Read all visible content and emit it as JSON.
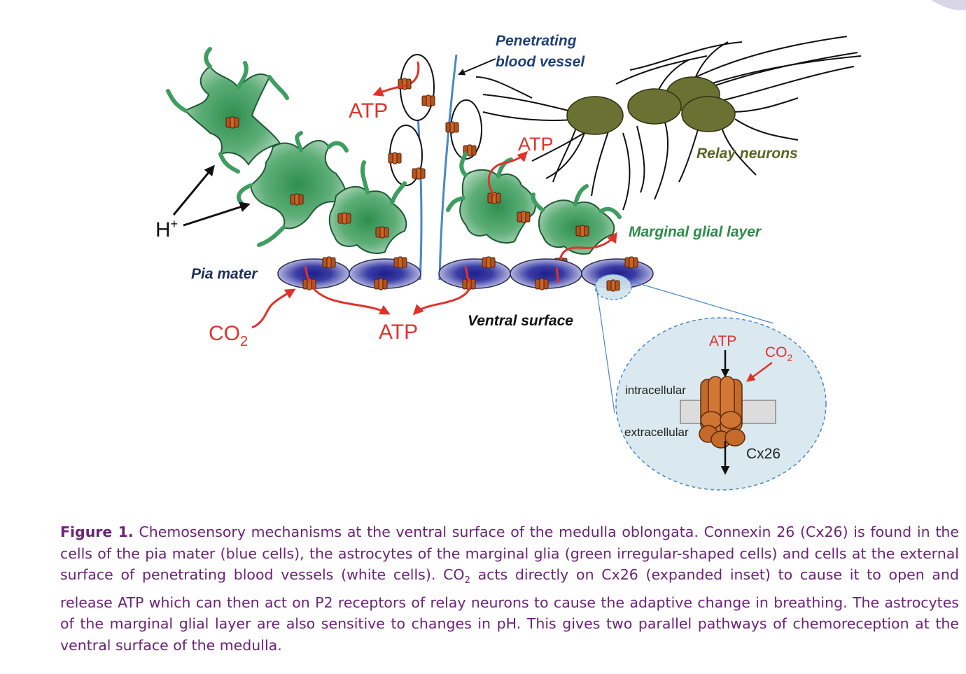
{
  "labels": {
    "penetrating_line1": "Penetrating",
    "penetrating_line2": "blood vessel",
    "relay_neurons": "Relay neurons",
    "marginal_glial_layer": "Marginal glial layer",
    "pia_mater": "Pia mater",
    "ventral_surface": "Ventral surface",
    "h_plus_base": "H",
    "h_plus_sup": "+",
    "co2_base": "CO",
    "co2_sub": "2",
    "atp_vessel": "ATP",
    "atp_neurons": "ATP",
    "atp_bottom": "ATP"
  },
  "inset": {
    "atp": "ATP",
    "co2_base": "CO",
    "co2_sub": "2",
    "intracellular": "intracellular",
    "extracellular": "extracellular",
    "cx26": "Cx26"
  },
  "caption": {
    "label": "Figure 1.",
    "text_part1": " Chemosensory mechanisms at the ventral surface of the medulla oblongata. Connexin 26 (Cx26) is found in the cells of the pia mater (blue cells), the astrocytes of the marginal glia (green irregular-shaped cells) and cells at the external surface of penetrating blood vessels (white cells). CO",
    "text_sub": "2",
    "text_part2": " acts directly on Cx26 (expanded inset) to cause it to open and release ATP which can then act on P2 receptors of relay neurons to cause the adaptive change in breathing. The astrocytes of the marginal glial layer are also sensitive to changes in pH. This gives two parallel pathways of chemoreception at the ventral surface of the medulla."
  },
  "colors": {
    "caption_text": "#6b2277",
    "astrocyte_fill": "#3d9e5f",
    "pia_cell_fill": "#2d2f8f",
    "connexin_fill": "#b5531d",
    "arrow_red": "#e0322a",
    "vessel_blue": "#4a87c6",
    "neuron_olive": "#6b7133",
    "inset_fill": "#d9e9ef"
  }
}
